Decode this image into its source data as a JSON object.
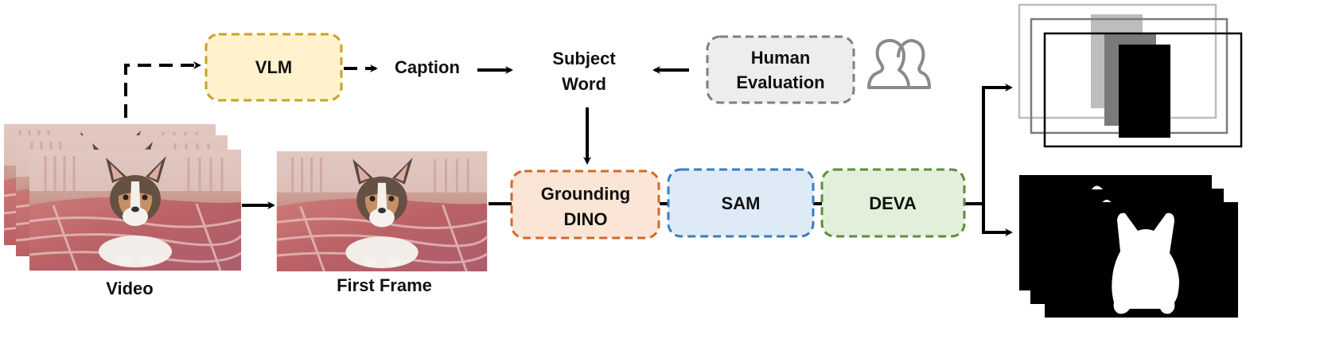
{
  "colors": {
    "vlm": {
      "fill": "#fff2cc",
      "stroke": "#c9a227"
    },
    "human": {
      "fill": "#ededed",
      "stroke": "#7f7f7f"
    },
    "grounding": {
      "fill": "#fbe5d6",
      "stroke": "#d0692a"
    },
    "sam": {
      "fill": "#deebf7",
      "stroke": "#3a7dc0"
    },
    "deva": {
      "fill": "#e2efda",
      "stroke": "#5a8f3a"
    }
  },
  "nodes": {
    "vlm": {
      "label": "VLM"
    },
    "caption": {
      "label": "Caption"
    },
    "subject_word": {
      "line1": "Subject",
      "line2": "Word"
    },
    "human_eval": {
      "line1": "Human",
      "line2": "Evaluation"
    },
    "grounding": {
      "line1": "Grounding",
      "line2": "DINO"
    },
    "sam": {
      "label": "SAM"
    },
    "deva": {
      "label": "DEVA"
    }
  },
  "labels": {
    "video": "Video",
    "first_frame": "First Frame"
  },
  "icons": {
    "people": "two-people-outline-icon",
    "bbox_output": "bounding-boxes-stack",
    "mask_output": "segmentation-mask-stack"
  }
}
